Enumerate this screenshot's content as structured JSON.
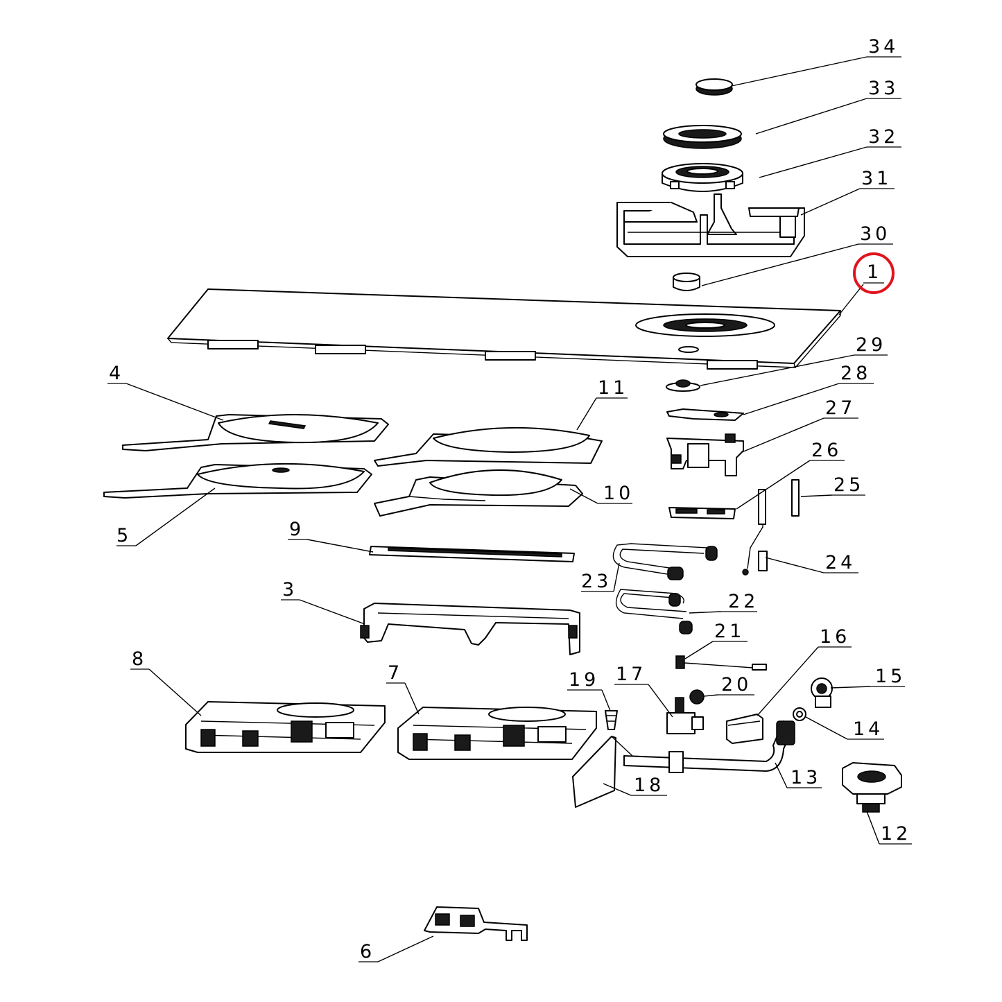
{
  "diagram": {
    "highlight_color": "#e0141e",
    "highlighted_label": "1",
    "callouts": [
      {
        "id": "c1",
        "label": "1"
      },
      {
        "id": "c3",
        "label": "3"
      },
      {
        "id": "c4",
        "label": "4"
      },
      {
        "id": "c5",
        "label": "5"
      },
      {
        "id": "c6",
        "label": "6"
      },
      {
        "id": "c7",
        "label": "7"
      },
      {
        "id": "c8",
        "label": "8"
      },
      {
        "id": "c9",
        "label": "9"
      },
      {
        "id": "c10",
        "label": "10"
      },
      {
        "id": "c11",
        "label": "11"
      },
      {
        "id": "c12",
        "label": "12"
      },
      {
        "id": "c13",
        "label": "13"
      },
      {
        "id": "c14",
        "label": "14"
      },
      {
        "id": "c15",
        "label": "15"
      },
      {
        "id": "c16",
        "label": "16"
      },
      {
        "id": "c17",
        "label": "17"
      },
      {
        "id": "c18",
        "label": "18"
      },
      {
        "id": "c19",
        "label": "19"
      },
      {
        "id": "c20",
        "label": "20"
      },
      {
        "id": "c21",
        "label": "21"
      },
      {
        "id": "c22",
        "label": "22"
      },
      {
        "id": "c23",
        "label": "23"
      },
      {
        "id": "c24",
        "label": "24"
      },
      {
        "id": "c25",
        "label": "25"
      },
      {
        "id": "c26",
        "label": "26"
      },
      {
        "id": "c27",
        "label": "27"
      },
      {
        "id": "c28",
        "label": "28"
      },
      {
        "id": "c29",
        "label": "29"
      },
      {
        "id": "c30",
        "label": "30"
      },
      {
        "id": "c31",
        "label": "31"
      },
      {
        "id": "c32",
        "label": "32"
      },
      {
        "id": "c33",
        "label": "33"
      },
      {
        "id": "c34",
        "label": "34"
      }
    ]
  }
}
